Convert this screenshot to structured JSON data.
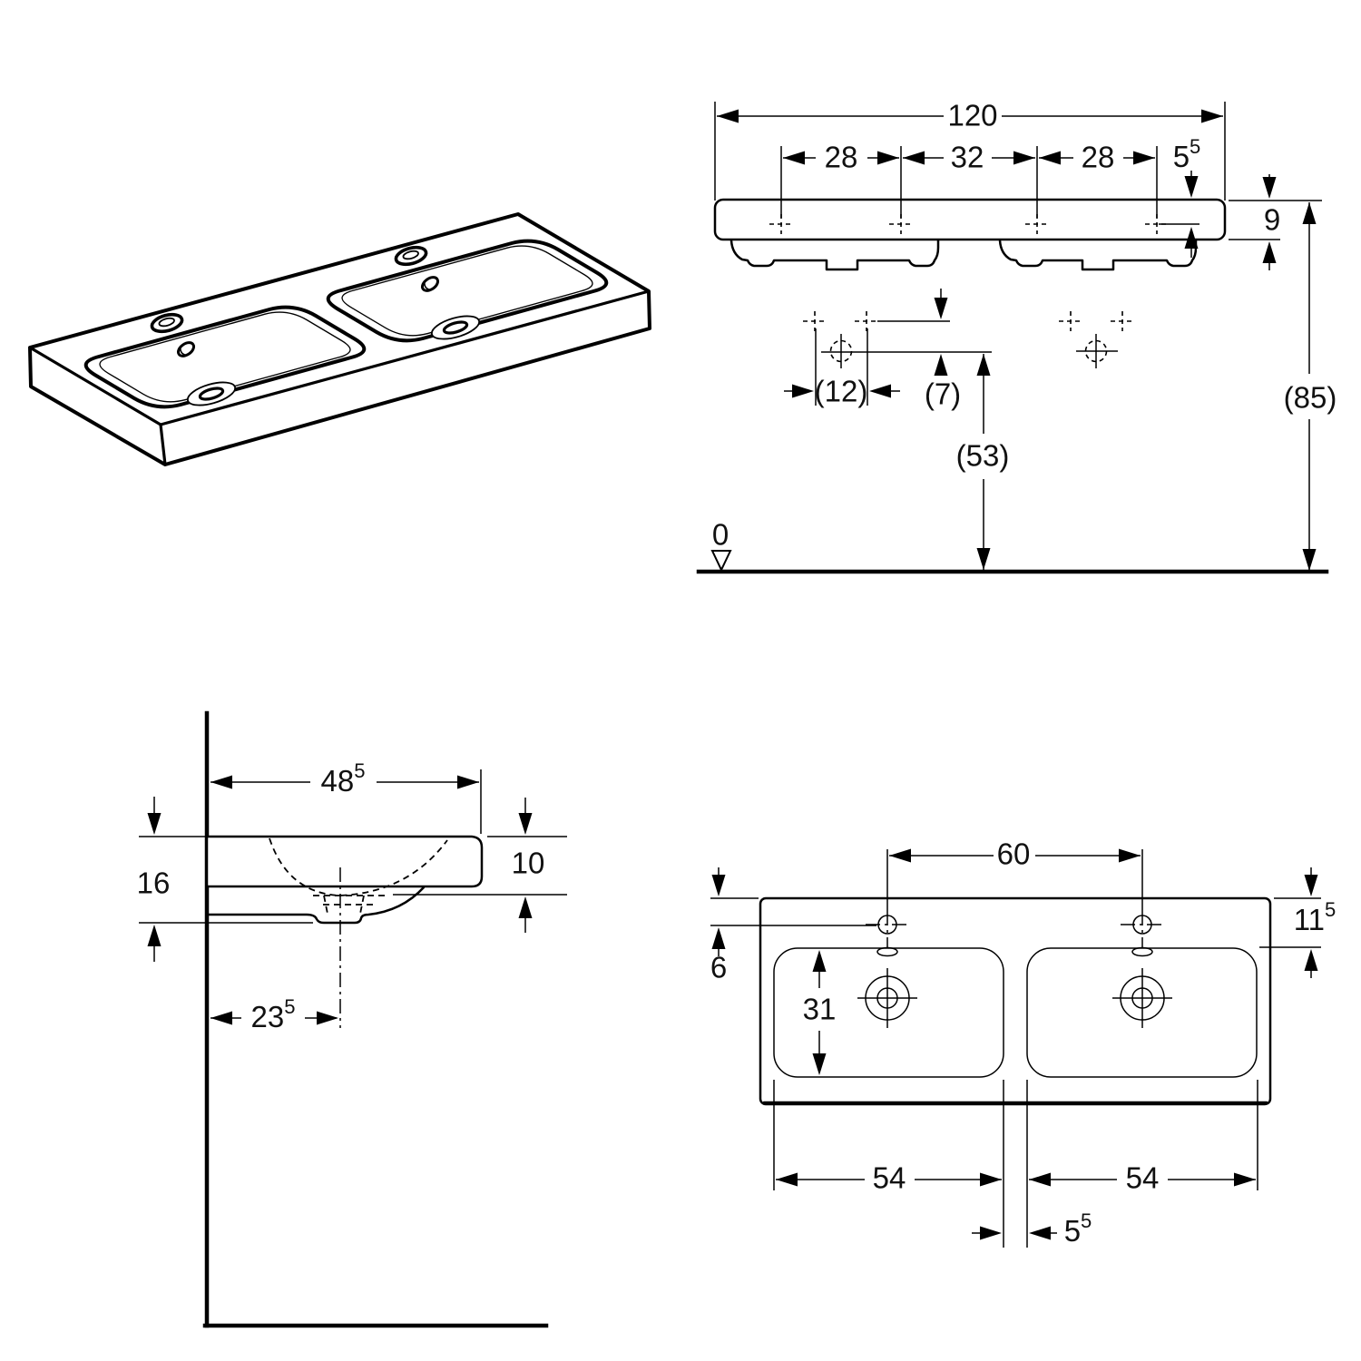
{
  "views": {
    "isometric": {
      "description": "double washbasin perspective view"
    },
    "front": {
      "overall_width": "120",
      "hole_spacings": [
        "28",
        "32",
        "28"
      ],
      "hole_edge_offset": {
        "main": "5",
        "sup": "5"
      },
      "slab_thickness": "9",
      "fixing_hole_spacing": "(12)",
      "fixing_hole_offset": "(7)",
      "trap_height": "(53)",
      "rim_height": "(85)",
      "datum_zero": "0"
    },
    "side": {
      "depth": {
        "main": "48",
        "sup": "5"
      },
      "front_height": "16",
      "apron_height": "10",
      "drain_distance": {
        "main": "23",
        "sup": "5"
      }
    },
    "plan": {
      "tap_hole_spacing": "60",
      "rim_to_basin_edge": {
        "main": "11",
        "sup": "5"
      },
      "tap_to_basin": "6",
      "basin_depth": "31",
      "basin_widths": [
        "54",
        "54"
      ],
      "basin_gap": {
        "main": "5",
        "sup": "5"
      }
    }
  }
}
